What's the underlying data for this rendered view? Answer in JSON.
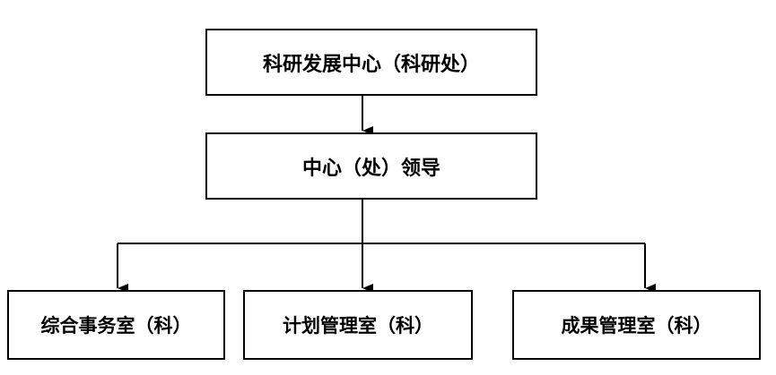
{
  "diagram": {
    "root": {
      "label": "科研发展中心（科研处）"
    },
    "leadership": {
      "label": "中心（处）领导"
    },
    "departments": [
      {
        "label": "综合事务室（科）"
      },
      {
        "label": "计划管理室（科）"
      },
      {
        "label": "成果管理室（科）"
      }
    ]
  },
  "colors": {
    "line": "#000000",
    "box_border": "#000000",
    "background": "#ffffff"
  }
}
